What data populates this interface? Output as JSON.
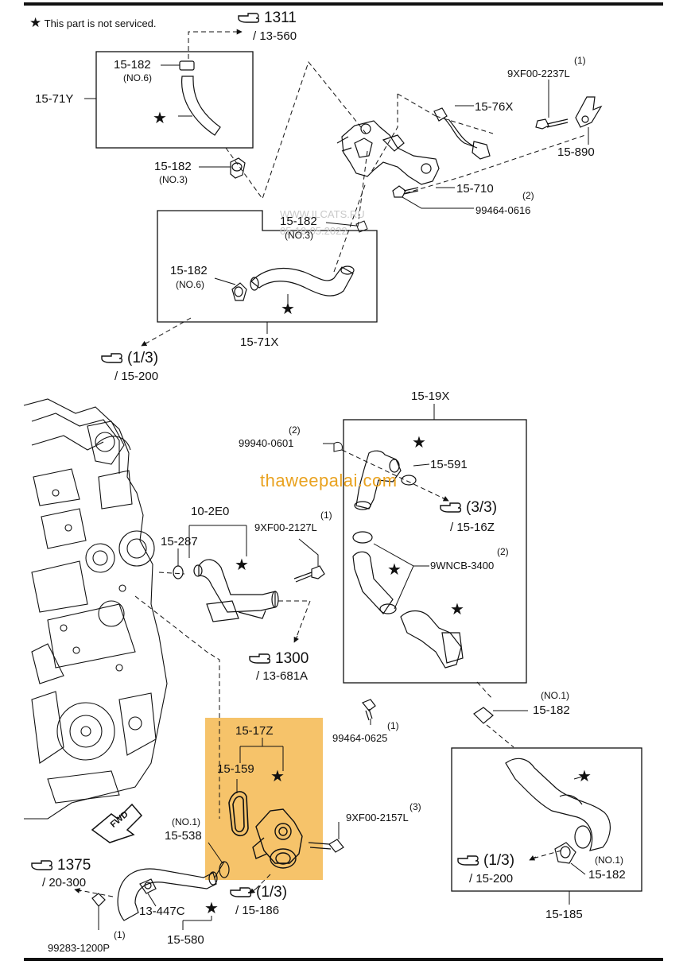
{
  "note": {
    "symbol": "★",
    "text": "This part is not serviced."
  },
  "refs": {
    "r1311": {
      "num": "1311",
      "sub": "/ 13-560"
    },
    "r13_top": {
      "num": "(1/3)",
      "sub": "/ 15-200"
    },
    "r33": {
      "num": "(3/3)",
      "sub": "/ 15-16Z"
    },
    "r1300": {
      "num": "1300",
      "sub": "/ 13-681A"
    },
    "r1375": {
      "num": "1375",
      "sub": "/ 20-300"
    },
    "r13_mid": {
      "num": "(1/3)",
      "sub": "/ 15-186"
    },
    "r13_bot": {
      "num": "(1/3)",
      "sub": "/ 15-200"
    }
  },
  "labels": {
    "p1571Y": "15-71Y",
    "p15182_a": "15-182",
    "p15182_a_no": "(NO.6)",
    "p15182_b": "15-182",
    "p15182_b_no": "(NO.3)",
    "p15182_c": "15-182",
    "p15182_c_no": "(NO.3)",
    "p15182_d": "15-182",
    "p15182_d_no": "(NO.6)",
    "p1571X": "15-71X",
    "p1576X": "15-76X",
    "p9XF00_2237L_q": "(1)",
    "p9XF00_2237L": "9XF00-2237L",
    "p15890": "15-890",
    "p15710": "15-710",
    "p99464_0616_q": "(2)",
    "p99464_0616": "99464-0616",
    "p1519X": "15-19X",
    "p99940_0601_q": "(2)",
    "p99940_0601": "99940-0601",
    "p15591": "15-591",
    "p102E0": "10-2E0",
    "p15287": "15-287",
    "p9XF00_2127L_q": "(1)",
    "p9XF00_2127L": "9XF00-2127L",
    "p9WNCB_3400_q": "(2)",
    "p9WNCB_3400": "9WNCB-3400",
    "p15182_e_no": "(NO.1)",
    "p15182_e": "15-182",
    "p99464_0625": "99464-0625",
    "p99464_0625_q": "(1)",
    "p1517Z": "15-17Z",
    "p15159": "15-159",
    "p9XF00_2157L_q": "(3)",
    "p9XF00_2157L": "9XF00-2157L",
    "p15538_no": "(NO.1)",
    "p15538": "15-538",
    "p13447C": "13-447C",
    "p15580": "15-580",
    "p99283_q": "(1)",
    "p99283": "99283-1200P",
    "p15182_f_no": "(NO.1)",
    "p15182_f": "15-182",
    "p15185": "15-185",
    "fwd": "FWD"
  },
  "watermarks": {
    "site": "thaweepalai.com",
    "ilcats": "WWW.ILCATS.RU",
    "ilcats_date": "05-10-05.2022"
  },
  "colors": {
    "highlight": "#f4b240",
    "watermark": "#e9a21f",
    "ink": "#111111"
  }
}
